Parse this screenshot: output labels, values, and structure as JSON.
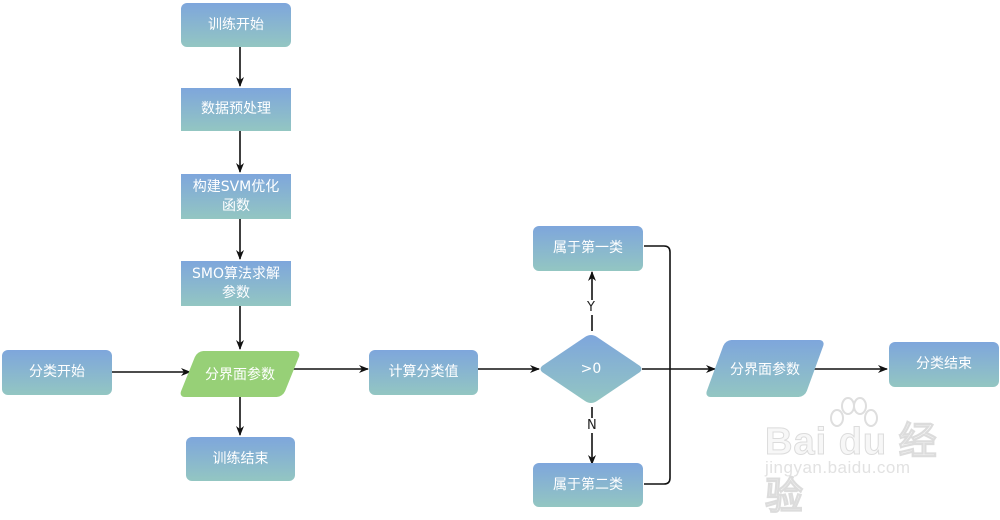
{
  "diagram": {
    "type": "flowchart",
    "colors": {
      "process_gradient_top": "#7ea6dc",
      "process_gradient_bottom": "#93c6c2",
      "highlight_green": "#97d077",
      "edge": "#111111",
      "text": "#ffffff"
    },
    "nodes": {
      "train_start": "训练开始",
      "preprocess": "数据预处理",
      "build_svm": "构建SVM优化函数",
      "smo_solve": "SMO算法求解参数",
      "hyperplane_params_train": "分界面参数",
      "train_end": "训练结束",
      "classify_start": "分类开始",
      "compute_value": "计算分类值",
      "decision": ">0",
      "class_one": "属于第一类",
      "class_two": "属于第二类",
      "hyperplane_params_classify": "分界面参数",
      "classify_end": "分类结束"
    },
    "edge_labels": {
      "yes": "Y",
      "no": "N"
    },
    "edges": [
      [
        "train_start",
        "preprocess"
      ],
      [
        "preprocess",
        "build_svm"
      ],
      [
        "build_svm",
        "smo_solve"
      ],
      [
        "smo_solve",
        "hyperplane_params_train"
      ],
      [
        "hyperplane_params_train",
        "train_end"
      ],
      [
        "classify_start",
        "hyperplane_params_train"
      ],
      [
        "hyperplane_params_train",
        "compute_value"
      ],
      [
        "compute_value",
        "decision"
      ],
      [
        "decision",
        "class_one",
        "Y"
      ],
      [
        "decision",
        "class_two",
        "N"
      ],
      [
        "decision",
        "hyperplane_params_classify"
      ],
      [
        "class_one",
        "hyperplane_params_classify"
      ],
      [
        "class_two",
        "hyperplane_params_classify"
      ],
      [
        "hyperplane_params_classify",
        "classify_end"
      ]
    ]
  },
  "watermark": {
    "brand": "Bai du 经验",
    "url": "jingyan.baidu.com"
  }
}
